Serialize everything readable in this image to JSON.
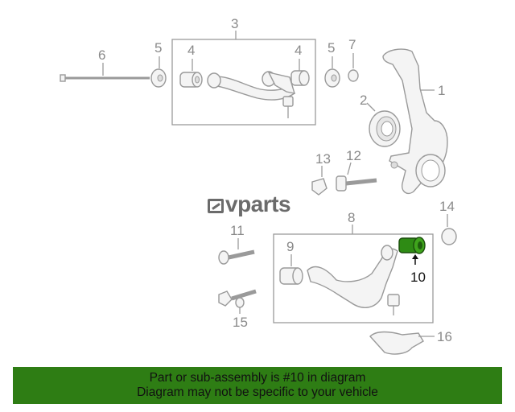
{
  "callouts": {
    "c1": "1",
    "c2": "2",
    "c3": "3",
    "c4a": "4",
    "c4b": "4",
    "c5a": "5",
    "c5b": "5",
    "c6": "6",
    "c7": "7",
    "c8": "8",
    "c9": "9",
    "c10": "10",
    "c11": "11",
    "c12": "12",
    "c13": "13",
    "c14": "14",
    "c15": "15",
    "c16": "16"
  },
  "highlighted_part": "10",
  "highlight_color": "#2e8b14",
  "banner_color": "#2e7d14",
  "logo": {
    "text": "vparts"
  },
  "footer": {
    "line1": "Part or sub-assembly is #10 in diagram",
    "line2": "Diagram may not be specific to your vehicle"
  }
}
